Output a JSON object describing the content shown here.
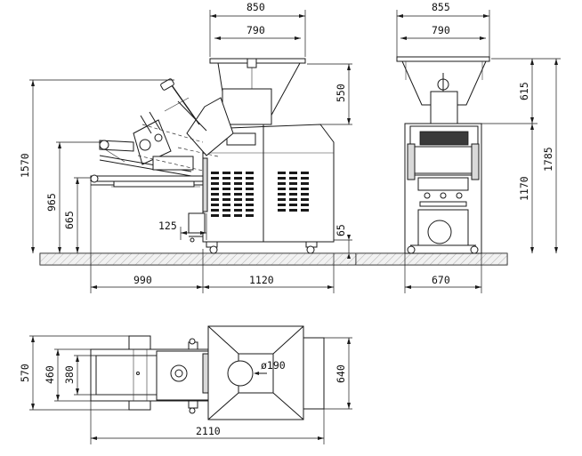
{
  "dimensions": {
    "side_overall_width": "850",
    "side_hopper_width": "790",
    "front_overall_width": "855",
    "front_hopper_width": "790",
    "side_hopper_height": "550",
    "front_hopper_height": "615",
    "side_total_height": "1570",
    "front_total_height": "1785",
    "front_body_height": "1170",
    "outfeed_height": "965",
    "conveyor_height": "665",
    "leg_offset": "125",
    "wheel_height": "65",
    "conveyor_length": "990",
    "body_length": "1120",
    "front_base_width": "670",
    "plan_outer_width": "570",
    "plan_conveyor_width": "460",
    "plan_belt_width": "380",
    "plan_hopper_width": "640",
    "plan_outlet_diameter": "ø190",
    "plan_total_length": "2110"
  },
  "colors": {
    "line": "#1a1a1a",
    "ground_fill": "#d9d9d9",
    "background": "#ffffff"
  }
}
